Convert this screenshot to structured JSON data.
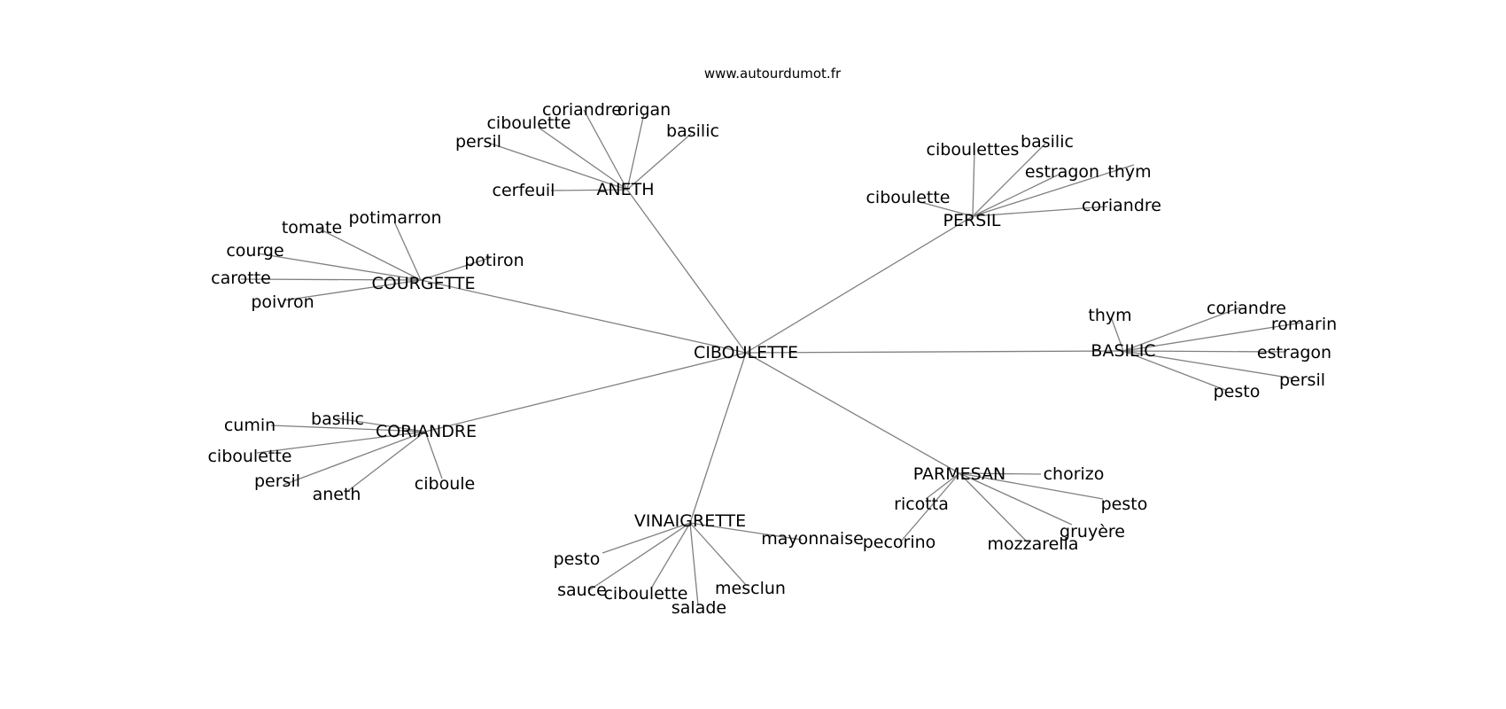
{
  "site": "www.autourdumot.fr",
  "graph": {
    "center": "CIBOULETTE",
    "hubs": [
      {
        "label": "ANETH",
        "leaves": [
          "persil",
          "ciboulette",
          "coriandre",
          "origan",
          "basilic",
          "cerfeuil"
        ]
      },
      {
        "label": "PERSIL",
        "leaves": [
          "ciboulettes",
          "basilic",
          "estragon",
          "thym",
          "ciboulette",
          "coriandre"
        ]
      },
      {
        "label": "COURGETTE",
        "leaves": [
          "tomate",
          "potimarron",
          "courge",
          "potiron",
          "carotte",
          "poivron"
        ]
      },
      {
        "label": "BASILIC",
        "leaves": [
          "thym",
          "coriandre",
          "romarin",
          "estragon",
          "persil",
          "pesto"
        ]
      },
      {
        "label": "CORIANDRE",
        "leaves": [
          "cumin",
          "basilic",
          "ciboulette",
          "persil",
          "aneth",
          "ciboule"
        ]
      },
      {
        "label": "PARMESAN",
        "leaves": [
          "chorizo",
          "ricotta",
          "pesto",
          "gruyère",
          "pecorino",
          "mozzarella"
        ]
      },
      {
        "label": "VINAIGRETTE",
        "leaves": [
          "mayonnaise",
          "pesto",
          "sauce",
          "ciboulette",
          "salade",
          "mesclun"
        ]
      }
    ]
  }
}
